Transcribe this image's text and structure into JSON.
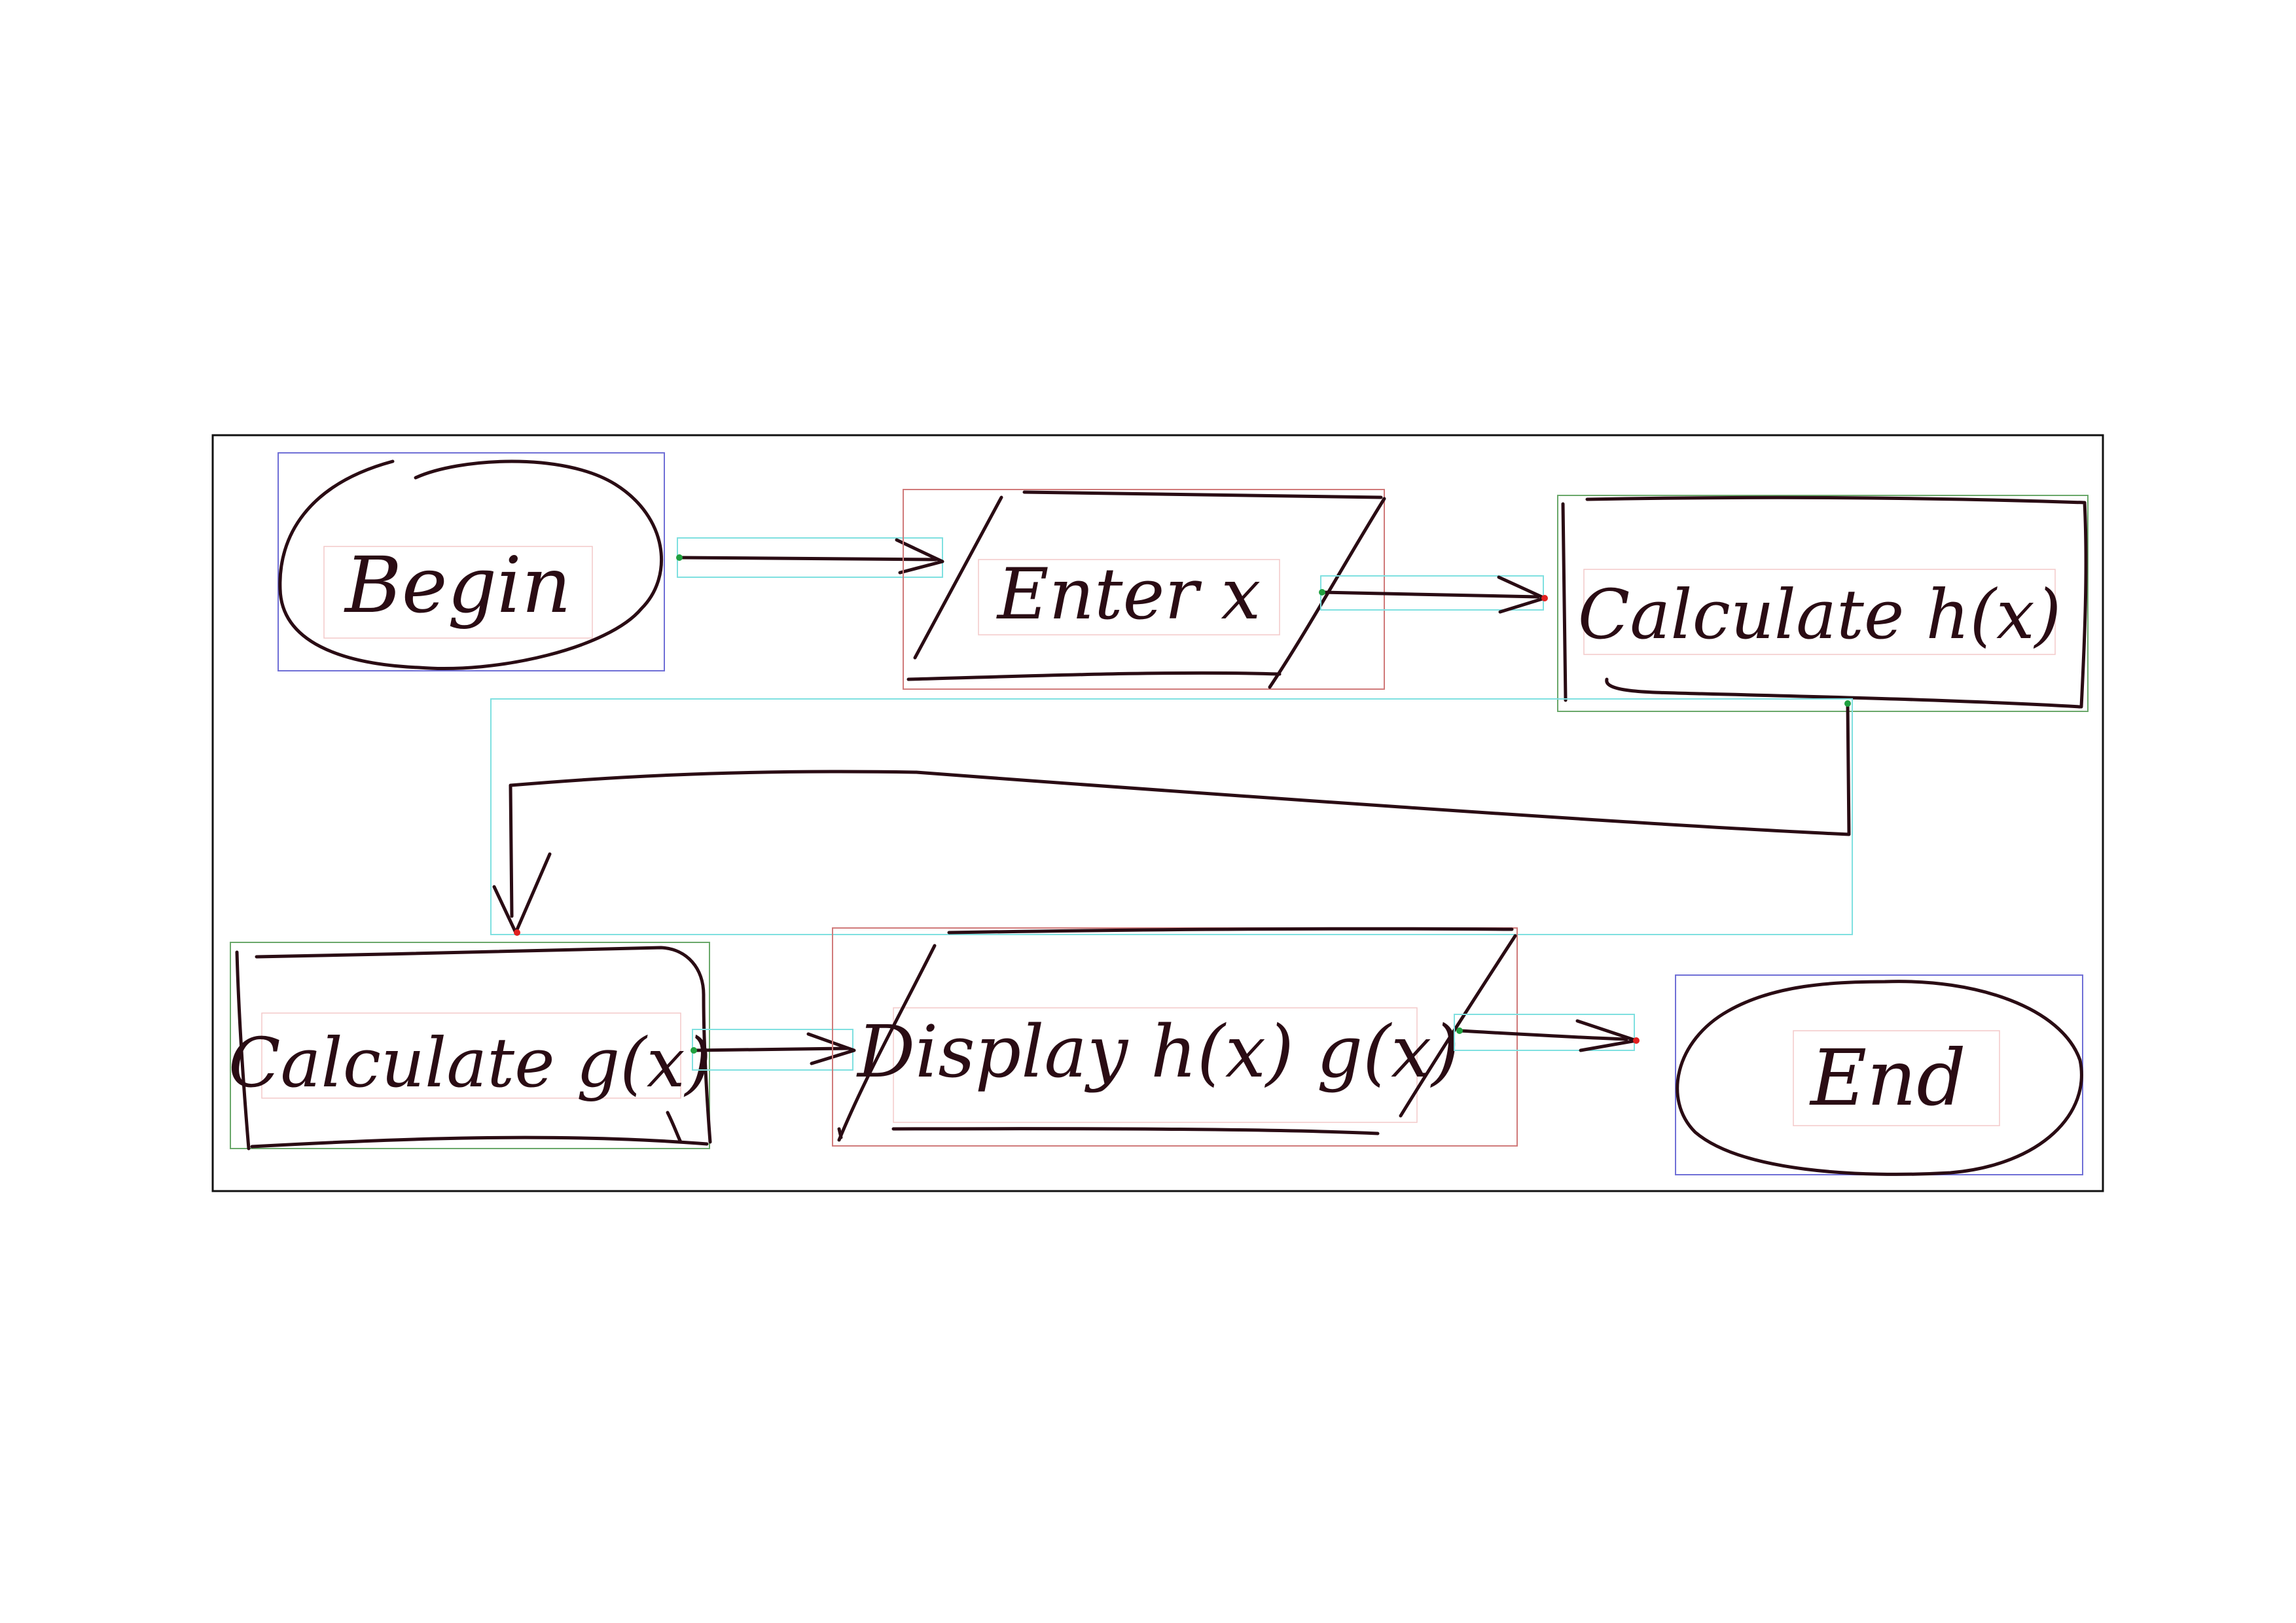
{
  "diagram": {
    "type": "flowchart",
    "nodes": [
      {
        "id": "n1",
        "shape": "terminator",
        "label": "Begin"
      },
      {
        "id": "n2",
        "shape": "input-output",
        "label": "Enter x"
      },
      {
        "id": "n3",
        "shape": "process",
        "label": "Calculate h(x)"
      },
      {
        "id": "n4",
        "shape": "process",
        "label": "Calculate g(x)"
      },
      {
        "id": "n5",
        "shape": "input-output",
        "label": "Display h(x) g(x)"
      },
      {
        "id": "n6",
        "shape": "terminator",
        "label": "End"
      }
    ],
    "edges": [
      {
        "from": "n1",
        "to": "n2"
      },
      {
        "from": "n2",
        "to": "n3"
      },
      {
        "from": "n3",
        "to": "n4"
      },
      {
        "from": "n4",
        "to": "n5"
      },
      {
        "from": "n5",
        "to": "n6"
      }
    ],
    "colors": {
      "ink": "#2a0c14",
      "terminator_box": "#6f6fd6",
      "io_box": "#d07a7a",
      "process_box": "#6aa86a",
      "arrow_box": "#7fe0e0",
      "text_box": "#f3c8c8"
    }
  }
}
